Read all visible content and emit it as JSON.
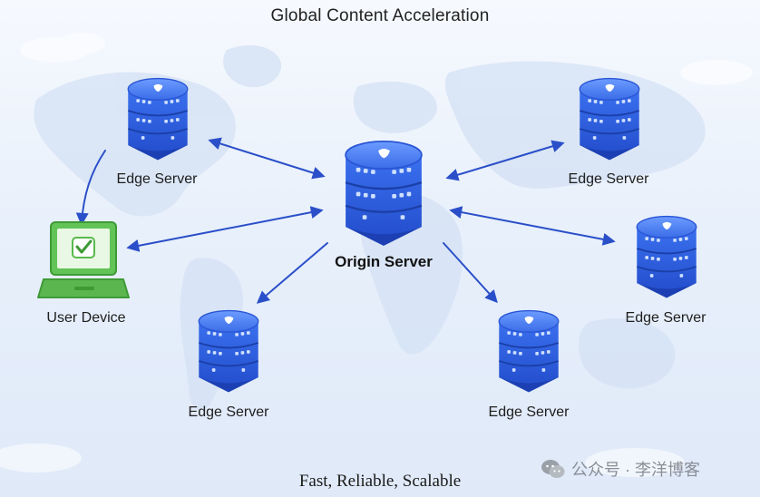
{
  "title": "Global Content Acceleration",
  "tagline": "Fast, Reliable, Scalable",
  "watermark": {
    "text": "公众号 · 李洋博客",
    "icon": "wechat-icon"
  },
  "colors": {
    "server_blue": "#2f63e3",
    "server_dark": "#1f47bf",
    "arrow": "#2a4fc9",
    "device_green": "#58b94c"
  },
  "nodes": {
    "origin": {
      "label": "Origin Server"
    },
    "edge_top_left": {
      "label": "Edge Server"
    },
    "edge_top_right": {
      "label": "Edge Server"
    },
    "edge_mid_right": {
      "label": "Edge Server"
    },
    "edge_bottom_left": {
      "label": "Edge Server"
    },
    "edge_bottom_right": {
      "label": "Edge Server"
    },
    "user_device": {
      "label": "User Device"
    }
  }
}
